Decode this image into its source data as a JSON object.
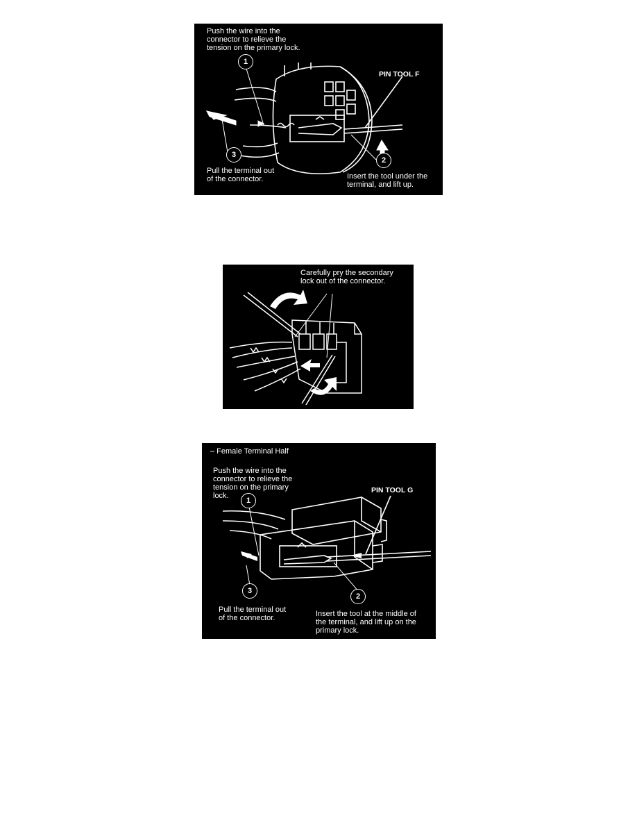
{
  "figure1": {
    "caption_push": "Push the wire into the\nconnector to relieve the\ntension on the primary lock.",
    "tool_label": "PIN TOOL F",
    "caption_pull": "Pull the terminal out\nof the connector.",
    "caption_insert": "Insert the tool under the\nterminal, and lift up.",
    "callouts": [
      "1",
      "2",
      "3"
    ]
  },
  "figure2": {
    "caption": "Carefully pry the secondary\nlock out of the connector."
  },
  "figure3": {
    "heading": "– Female Terminal Half",
    "caption_push": "Push the wire into the\nconnector to relieve the\ntension on the primary\nlock.",
    "tool_label": "PIN TOOL G",
    "caption_pull": "Pull the terminal out\nof the connector.",
    "caption_insert": "Insert the tool at the middle of\nthe terminal, and lift up on the\nprimary lock.",
    "callouts": [
      "1",
      "2",
      "3"
    ]
  }
}
